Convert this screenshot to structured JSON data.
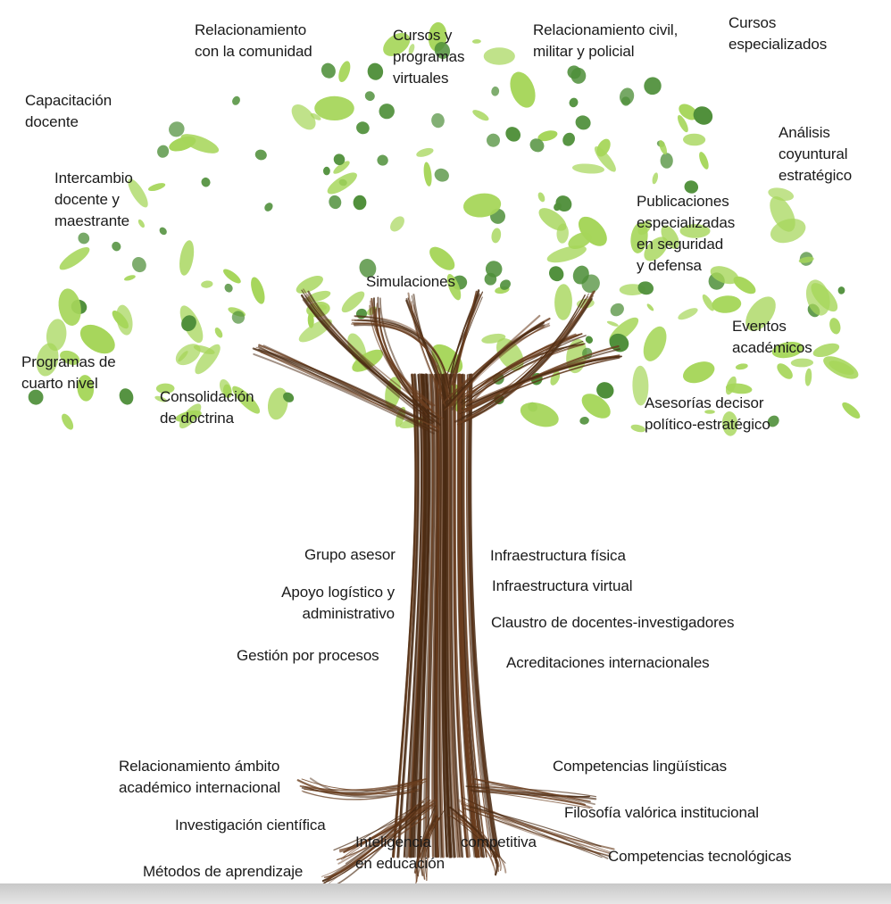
{
  "colors": {
    "trunk": "#6b3e1f",
    "trunk_dark": "#4a2a12",
    "leaf_light": "#a6d65a",
    "leaf_dark": "#4f8f3a",
    "text": "#1a1a1a"
  },
  "canopy": {
    "relacionamiento_comunidad": "Relacionamiento\ncon la comunidad",
    "cursos_virtuales": "Cursos y\nprogramas\nvirtuales",
    "relacionamiento_civil": "Relacionamiento civil,\nmilitar y policial",
    "cursos_especializados": "Cursos\nespecializados",
    "capacitacion_docente": "Capacitación\ndocente",
    "analisis_coyuntural": "Análisis\ncoyuntural\nestratégico",
    "intercambio_docente": "Intercambio\ndocente y\nmaestrante",
    "publicaciones": "Publicaciones\nespecializadas\nen seguridad\ny defensa",
    "simulaciones": "Simulaciones",
    "eventos_academicos": "Eventos\nacadémicos",
    "programas_cuarto_nivel": "Programas de\ncuarto nivel",
    "consolidacion_doctrina": "Consolidación\nde doctrina",
    "asesorias": "Asesorías decisor\npolítico-estratégico"
  },
  "trunk": {
    "grupo_asesor": "Grupo asesor",
    "apoyo_logistico": "Apoyo logístico y\nadministrativo",
    "gestion_procesos": "Gestión por procesos",
    "infra_fisica": "Infraestructura física",
    "infra_virtual": "Infraestructura virtual",
    "claustro": "Claustro de docentes-investigadores",
    "acreditaciones": "Acreditaciones internacionales"
  },
  "roots": {
    "relacionamiento_academico": "Relacionamiento ámbito\nacadémico internacional",
    "investigacion": "Investigación científica",
    "metodos": "Métodos de aprendizaje",
    "inteligencia": "Inteligencia\nen educación",
    "competitiva": "competitiva",
    "linguisticas": "Competencias lingüísticas",
    "filosofia": "Filosofía valórica institucional",
    "tecnologicas": "Competencias tecnológicas"
  }
}
